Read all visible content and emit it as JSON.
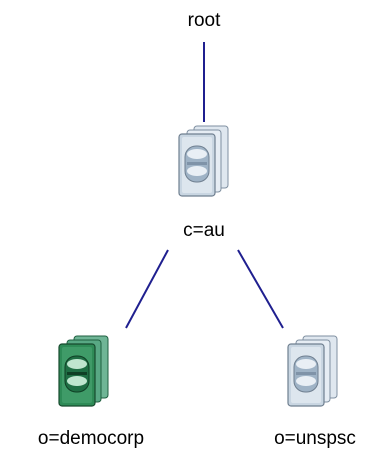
{
  "tree": {
    "root": {
      "label": "root",
      "icon": "none"
    },
    "country": {
      "label": "c=au",
      "icon": "directory-server-icon",
      "icon_color": "#b7c7d6",
      "selected": false
    },
    "children": [
      {
        "label": "o=democorp",
        "icon": "directory-server-icon",
        "icon_color": "#2e8b57",
        "selected": true
      },
      {
        "label": "o=unspsc",
        "icon": "directory-server-icon",
        "icon_color": "#b7c7d6",
        "selected": false
      }
    ]
  },
  "colors": {
    "edge": "#1f1f8f",
    "text": "#000000"
  }
}
